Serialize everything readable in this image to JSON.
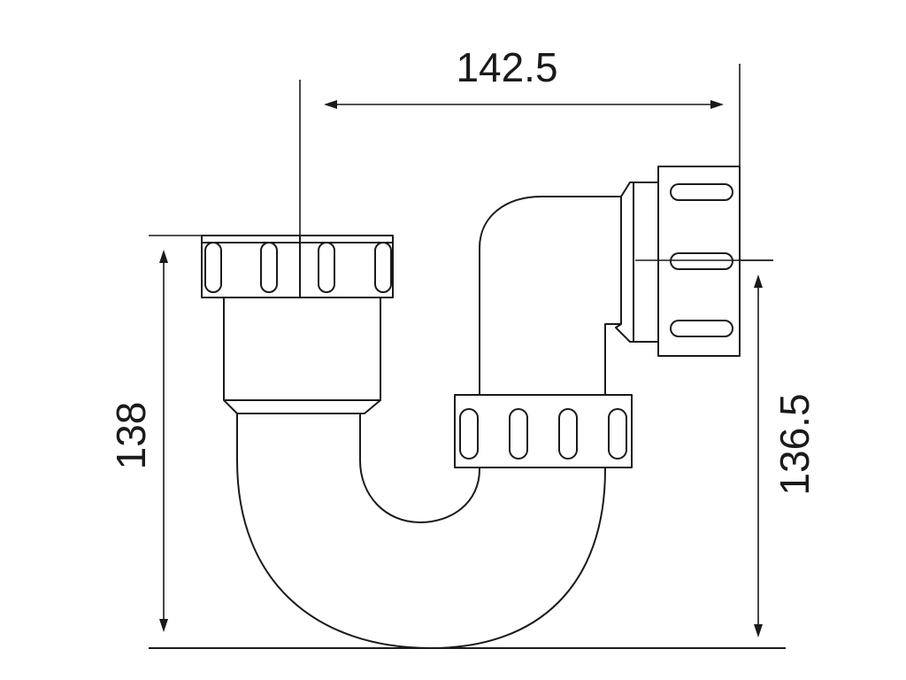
{
  "dimensions": {
    "horizontal": "142.5",
    "left_height": "138",
    "right_height": "136.5"
  },
  "colors": {
    "stroke": "#1a1a1a",
    "background": "#ffffff"
  }
}
